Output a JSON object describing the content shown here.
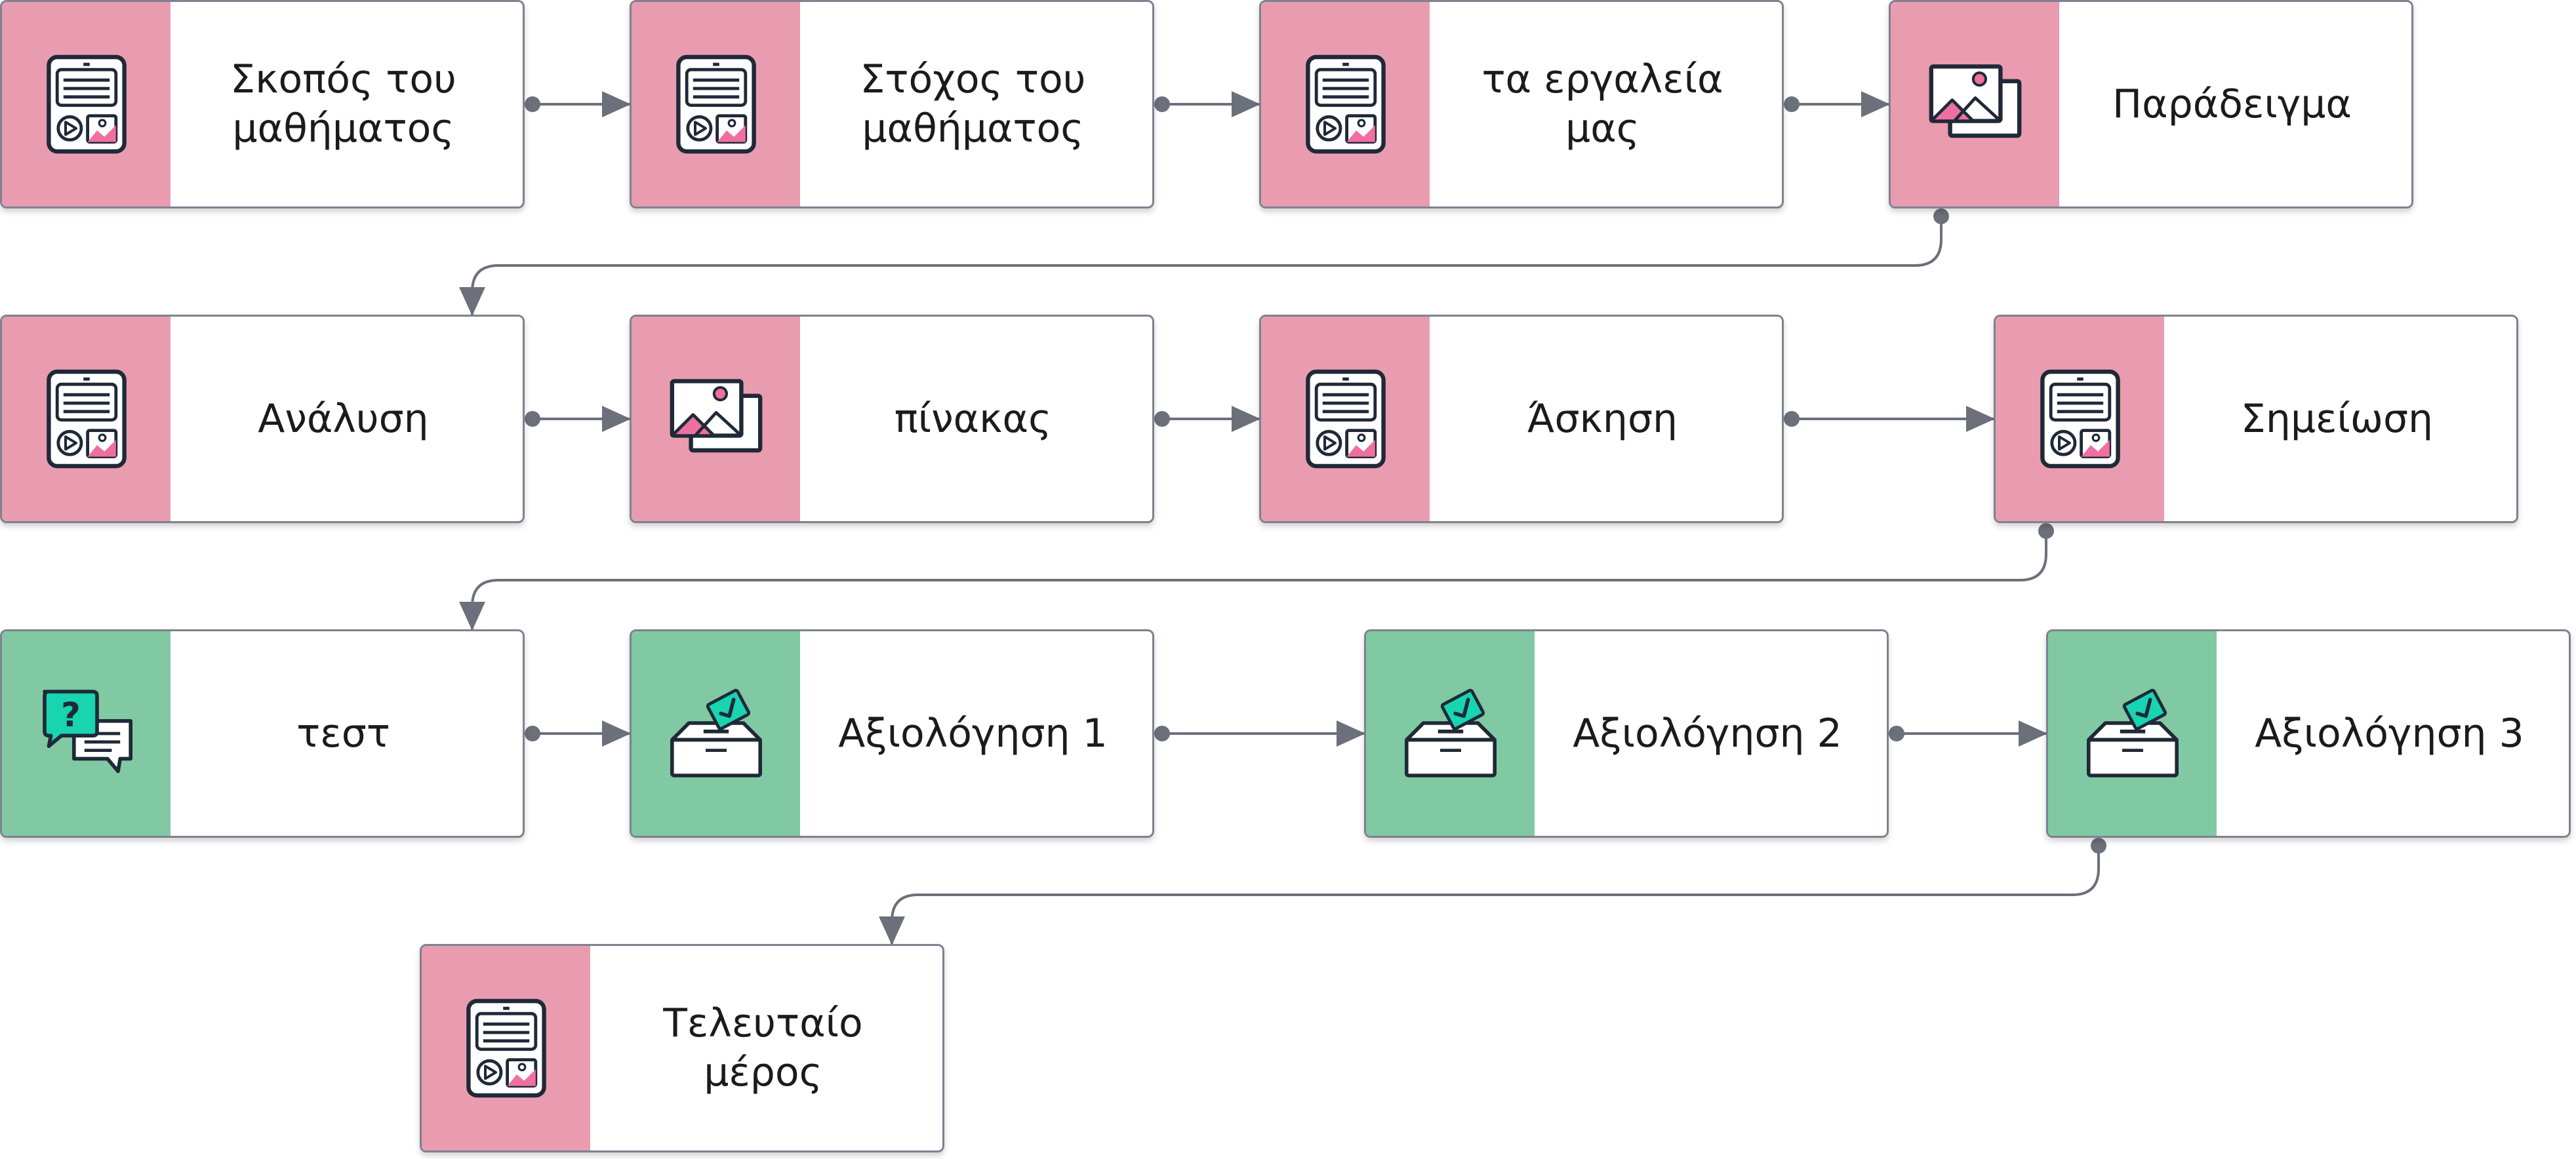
{
  "colors": {
    "lesson_accent": "#e99cb0",
    "assessment_accent": "#80c9a3",
    "connector": "#6b707b",
    "border": "#7d8290",
    "icon_stroke": "#1f2937",
    "icon_pink": "#ef6fa1",
    "icon_teal": "#19d4b0"
  },
  "flowchart": {
    "nodes": [
      {
        "id": "n1",
        "label": "Σκοπός του\nμαθήματος",
        "icon": "document-media-icon",
        "theme": "lesson"
      },
      {
        "id": "n2",
        "label": "Στόχος του\nμαθήματος",
        "icon": "document-media-icon",
        "theme": "lesson"
      },
      {
        "id": "n3",
        "label": "τα εργαλεία\nμας",
        "icon": "document-media-icon",
        "theme": "lesson"
      },
      {
        "id": "n4",
        "label": "Παράδειγμα",
        "icon": "image-gallery-icon",
        "theme": "lesson"
      },
      {
        "id": "n5",
        "label": "Ανάλυση",
        "icon": "document-media-icon",
        "theme": "lesson"
      },
      {
        "id": "n6",
        "label": "πίνακας",
        "icon": "image-gallery-icon",
        "theme": "lesson"
      },
      {
        "id": "n7",
        "label": "Άσκηση",
        "icon": "document-media-icon",
        "theme": "lesson"
      },
      {
        "id": "n8",
        "label": "Σημείωση",
        "icon": "document-media-icon",
        "theme": "lesson"
      },
      {
        "id": "n9",
        "label": "τεστ",
        "icon": "question-chat-icon",
        "theme": "assessment"
      },
      {
        "id": "n10",
        "label": "Αξιολόγηση 1",
        "icon": "ballot-box-icon",
        "theme": "assessment"
      },
      {
        "id": "n11",
        "label": "Αξιολόγηση 2",
        "icon": "ballot-box-icon",
        "theme": "assessment"
      },
      {
        "id": "n12",
        "label": "Αξιολόγηση 3",
        "icon": "ballot-box-icon",
        "theme": "assessment"
      },
      {
        "id": "n13",
        "label": "Τελευταίο\nμέρος",
        "icon": "document-media-icon",
        "theme": "lesson"
      }
    ],
    "edges": [
      [
        "n1",
        "n2"
      ],
      [
        "n2",
        "n3"
      ],
      [
        "n3",
        "n4"
      ],
      [
        "n4",
        "n5"
      ],
      [
        "n5",
        "n6"
      ],
      [
        "n6",
        "n7"
      ],
      [
        "n7",
        "n8"
      ],
      [
        "n8",
        "n9"
      ],
      [
        "n9",
        "n10"
      ],
      [
        "n10",
        "n11"
      ],
      [
        "n11",
        "n12"
      ],
      [
        "n12",
        "n13"
      ]
    ]
  }
}
